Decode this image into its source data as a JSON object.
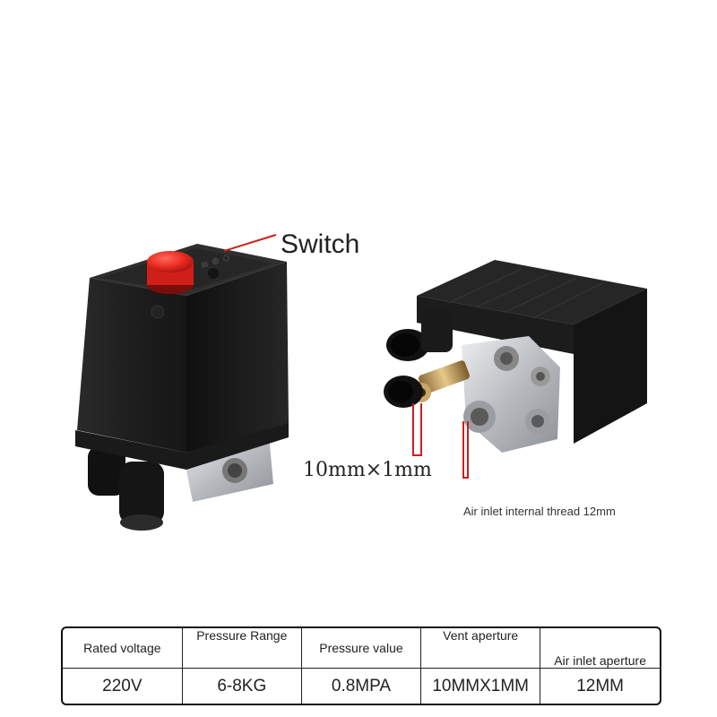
{
  "annotations": {
    "switch": "Switch",
    "dimension": "10mm×1mm",
    "inlet": "Air inlet internal thread 12mm"
  },
  "spec_table": {
    "headers": [
      "Rated voltage",
      "Pressure Range",
      "Pressure value",
      "Vent aperture",
      "Air inlet aperture"
    ],
    "values": [
      "220V",
      "6-8KG",
      "0.8MPA",
      "10MMX1MM",
      "12MM"
    ]
  },
  "colors": {
    "housing": "#1c1c1c",
    "button": "#e8281e",
    "metal": "#c8cbce",
    "arrow": "#cc1f1f"
  }
}
